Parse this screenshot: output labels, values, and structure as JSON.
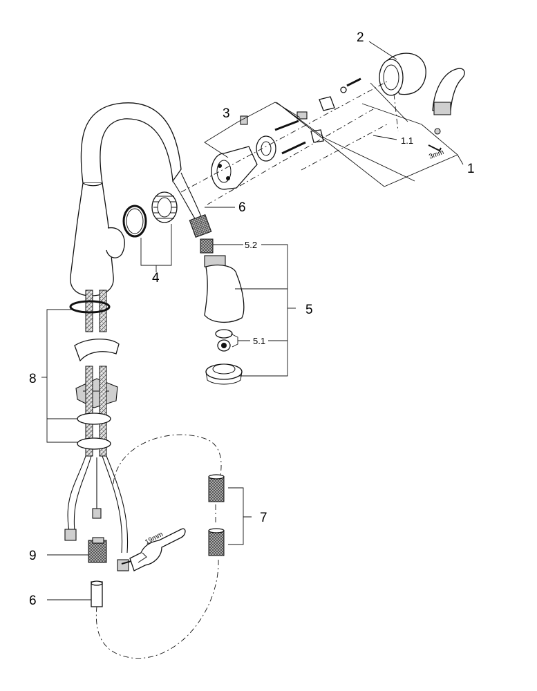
{
  "callouts": {
    "c1": "1",
    "c1_1": "1.1",
    "c2": "2",
    "c3": "3",
    "c4": "4",
    "c5": "5",
    "c5_1": "5.1",
    "c5_2": "5.2",
    "c6_hose": "6",
    "c6_bottom": "6",
    "c7": "7",
    "c8": "8",
    "c9": "9"
  },
  "tool_labels": {
    "allen_key": "3mm",
    "wrench": "19mm"
  }
}
